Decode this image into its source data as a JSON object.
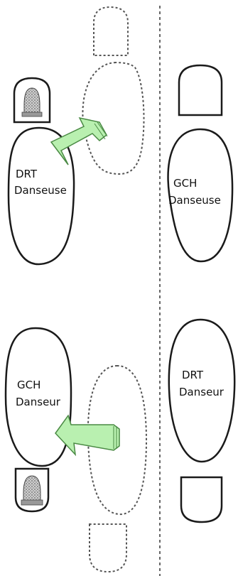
{
  "labels": {
    "top_left_line1": "DRT",
    "top_left_line2": "Danseuse",
    "top_right_line1": "GCH",
    "top_right_line2": "Danseuse",
    "bottom_left_line1": "GCH",
    "bottom_left_line2": "Danseur",
    "bottom_right_line1": "DRT",
    "bottom_right_line2": "Danseur"
  },
  "colors": {
    "outline": "#1a1a1a",
    "dotted": "#555555",
    "arrow_fill": "#b9f0b0",
    "arrow_stroke": "#4a8a44",
    "background": "#ffffff"
  },
  "icons": [
    "heel-pressure-icon",
    "arrow-icon",
    "divider-line"
  ]
}
